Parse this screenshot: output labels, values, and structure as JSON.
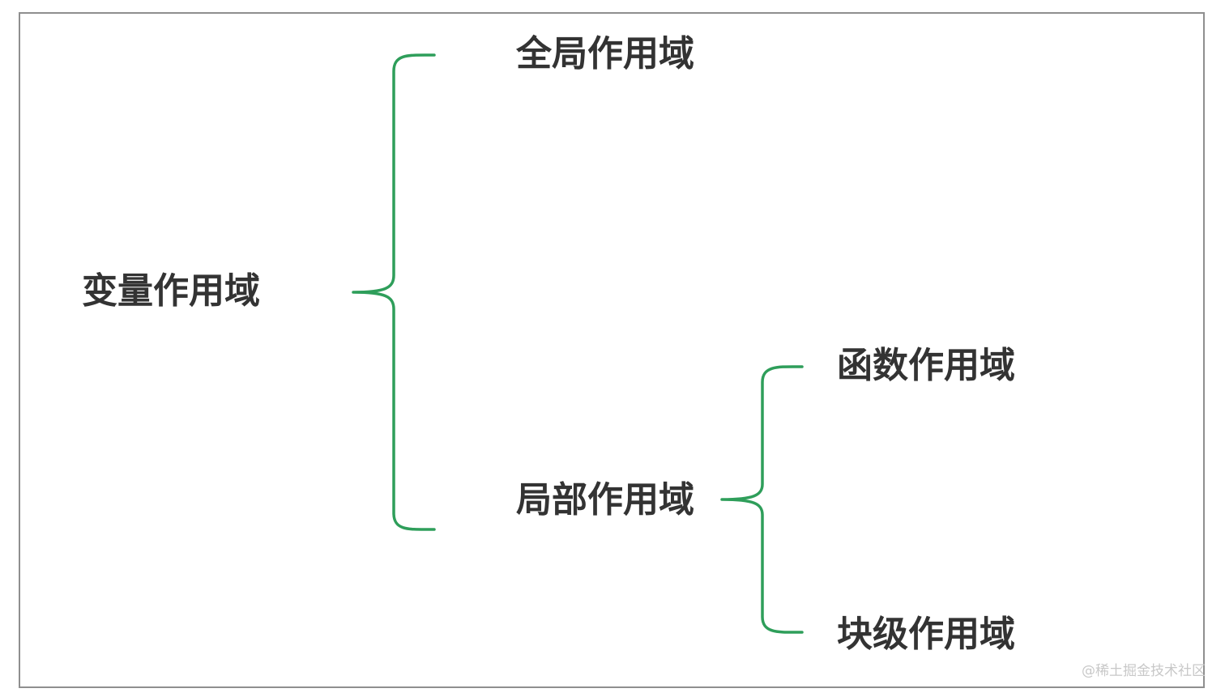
{
  "diagram": {
    "root": {
      "label": "变量作用域"
    },
    "children": [
      {
        "label": "全局作用域"
      },
      {
        "label": "局部作用域",
        "children": [
          {
            "label": "函数作用域"
          },
          {
            "label": "块级作用域"
          }
        ]
      }
    ],
    "connector_style": "curly-brace",
    "connector_color": "#2e9e5a",
    "text_color": "#333333"
  },
  "watermark": {
    "text": "@稀土掘金技术社区"
  }
}
